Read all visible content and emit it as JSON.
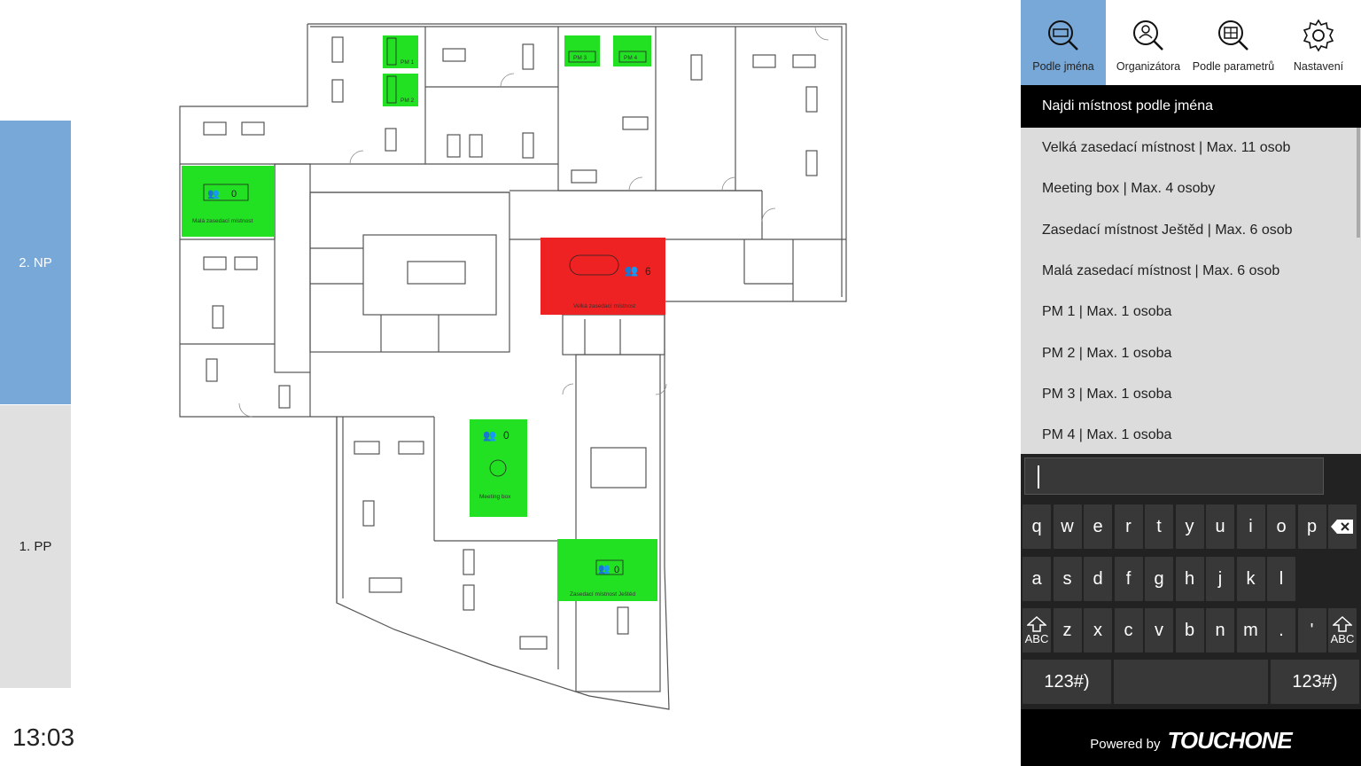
{
  "floors": [
    {
      "label": "2. NP",
      "active": true
    },
    {
      "label": "1. PP",
      "active": false
    }
  ],
  "clock": "13:03",
  "tabs": [
    {
      "label": "Podle jména",
      "icon": "search-name-icon",
      "active": true
    },
    {
      "label": "Organizátora",
      "icon": "search-organizer-icon",
      "active": false
    },
    {
      "label": "Podle parametrů",
      "icon": "search-parameters-icon",
      "active": false
    },
    {
      "label": "Nastavení",
      "icon": "gear-icon",
      "active": false
    }
  ],
  "search": {
    "header": "Najdi místnost podle jména",
    "input_value": ""
  },
  "rooms": [
    "Velká zasedací místnost | Max. 11 osob",
    "Meeting box | Max. 4 osoby",
    "Zasedací místnost Ještěd | Max. 6 osob",
    "Malá zasedací místnost | Max. 6 osob",
    "PM 1 | Max. 1 osoba",
    "PM 2 | Max. 1 osoba",
    "PM 3 | Max. 1 osoba",
    "PM 4 | Max. 1 osoba"
  ],
  "map": {
    "labels": {
      "pm1": "PM 1",
      "pm2": "PM 2",
      "pm3": "PM 3",
      "pm4": "PM 4",
      "mala": "Malá zasedací místnost",
      "mala_count": "0",
      "velka": "Velká zasedací místnost",
      "velka_count": "6",
      "box": "Meeting box",
      "box_count": "0",
      "jested": "Zasedací místnost Ještěd",
      "jested_count": "0"
    },
    "colors": {
      "free": "#22e022",
      "busy": "#ee2222"
    }
  },
  "keyboard": {
    "row1": [
      "q",
      "w",
      "e",
      "r",
      "t",
      "y",
      "u",
      "i",
      "o",
      "p"
    ],
    "row2": [
      "a",
      "s",
      "d",
      "f",
      "g",
      "h",
      "j",
      "k",
      "l"
    ],
    "row3": [
      "z",
      "x",
      "c",
      "v",
      "b",
      "n",
      "m",
      ".",
      "'"
    ],
    "shift_label": "ABC",
    "numbers_label": "123#)"
  },
  "footer": {
    "powered": "Powered by",
    "brand": "TOUCHONE"
  }
}
